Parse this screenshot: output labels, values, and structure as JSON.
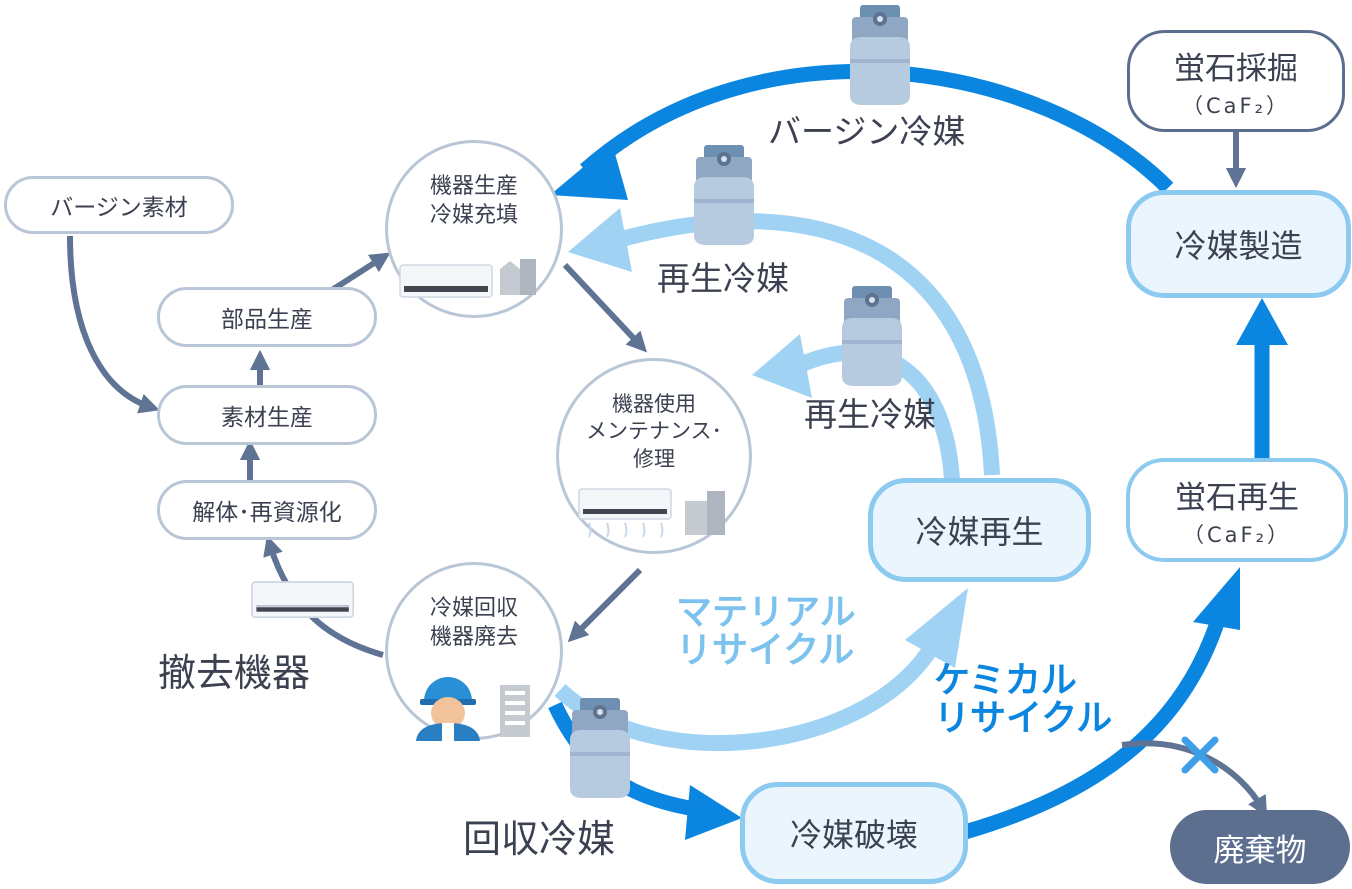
{
  "labels": {
    "virgin_material": "バージン素材",
    "parts_production": "部品生産",
    "material_production": "素材生産",
    "dismantle_recycle": "解体･再資源化",
    "removed_equipment": "撤去機器",
    "recovered_refrigerant": "回収冷媒",
    "production_fill": "機器生産\n冷媒充填",
    "equipment_use": "機器使用\nメンテナンス･\n修理",
    "recovery_disposal": "冷媒回収\n機器廃去",
    "virgin_refrigerant": "バージン冷媒",
    "regenerated_refrigerant_1": "再生冷媒",
    "regenerated_refrigerant_2": "再生冷媒",
    "refrigerant_regeneration": "冷媒再生",
    "refrigerant_destruction": "冷媒破壊",
    "refrigerant_manufacturing": "冷媒製造",
    "fluorite_mining": "蛍石採掘",
    "fluorite_mining_sub": "（CaF₂）",
    "fluorite_regeneration": "蛍石再生",
    "fluorite_regeneration_sub": "（CaF₂）",
    "waste": "廃棄物",
    "material_recycle": "マテリアル\nリサイクル",
    "chemical_recycle": "ケミカル\nリサイクル"
  },
  "colors": {
    "dark_blue": "#0a86e0",
    "light_blue": "#9fd2f3",
    "slate": "#5f7394",
    "cross": "#3e9ee8",
    "text": "#3b4150"
  }
}
